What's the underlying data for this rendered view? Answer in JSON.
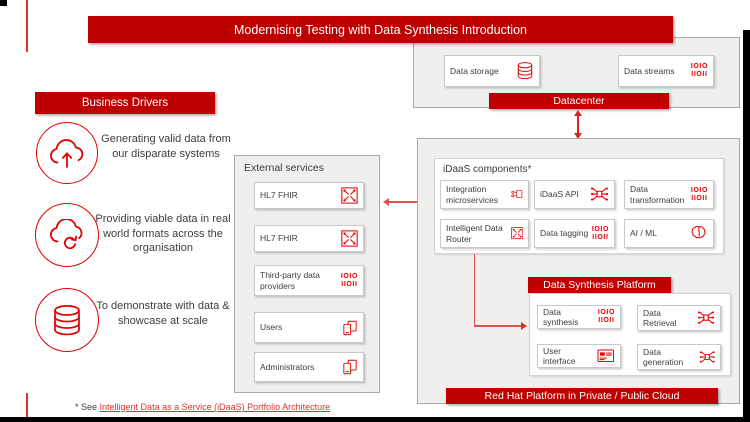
{
  "slide": {
    "title": "Modernising Testing with Data Synthesis Introduction"
  },
  "datacenter": {
    "label": "Datacenter",
    "items": [
      {
        "label": "Data storage",
        "icon": "database-icon"
      },
      {
        "label": "Data streams",
        "icon": "binary-data-icon"
      }
    ]
  },
  "business_drivers": {
    "title": "Business Drivers",
    "items": [
      {
        "text": "Generating valid data from our disparate systems",
        "icon": "cloud-upload-icon"
      },
      {
        "text": "Providing viable data in real world formats across the organisation",
        "icon": "cloud-sync-icon"
      },
      {
        "text": "To demonstrate with data & showcase at scale",
        "icon": "database-icon"
      }
    ]
  },
  "external_services": {
    "title": "External services",
    "items": [
      {
        "label": "HL7 FHIR",
        "icon": "integration-icon"
      },
      {
        "label": "HL7 FHIR",
        "icon": "integration-icon"
      },
      {
        "label": "Third-party data providers",
        "icon": "binary-data-icon"
      },
      {
        "label": "Users",
        "icon": "devices-icon"
      },
      {
        "label": "Administrators",
        "icon": "devices-icon"
      }
    ]
  },
  "idaas_components": {
    "title": "iDaaS components*",
    "items": [
      {
        "label": "Integration microservices",
        "icon": "microservices-icon"
      },
      {
        "label": "iDaaS API",
        "icon": "api-icon"
      },
      {
        "label": "Data transformation",
        "icon": "binary-data-icon"
      },
      {
        "label": "Intelligent Data Router",
        "icon": "integration-icon"
      },
      {
        "label": "Data tagging",
        "icon": "binary-data-icon"
      },
      {
        "label": "AI / ML",
        "icon": "brain-icon"
      }
    ]
  },
  "data_synthesis_platform": {
    "title": "Data Synthesis Platform",
    "items": [
      {
        "label": "Data synthesis",
        "icon": "binary-data-icon"
      },
      {
        "label": "Data Retrieval",
        "icon": "api-icon"
      },
      {
        "label": "User interface",
        "icon": "ui-window-icon"
      },
      {
        "label": "Data generation",
        "icon": "api-icon"
      }
    ]
  },
  "platform_banner": {
    "label": "Red Hat Platform in Private / Public Cloud"
  },
  "footnote": {
    "prefix": "* See ",
    "link_text": "Intelligent Data as a Service (iDaaS) Portfolio Architecture"
  },
  "icons": {
    "binary_line1": "IOIO",
    "binary_line2": "IIOII"
  },
  "colors": {
    "banner_red": "#bf0000",
    "icon_red": "#e40000",
    "container_fill": "#f0efee",
    "container_border": "#a9a9a9"
  }
}
